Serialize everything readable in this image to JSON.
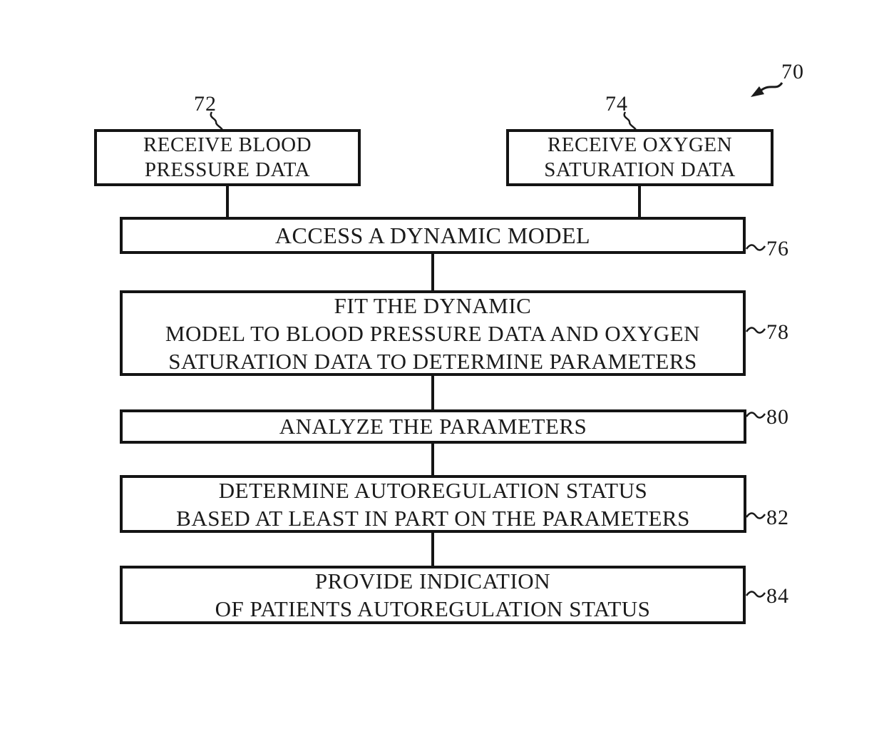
{
  "figure": {
    "overall_ref": "70",
    "colors": {
      "ink": "#1b1b1b",
      "background": "#ffffff"
    },
    "steps": [
      {
        "ref": "72",
        "lines": [
          "RECEIVE BLOOD",
          "PRESSURE DATA"
        ]
      },
      {
        "ref": "74",
        "lines": [
          "RECEIVE OXYGEN",
          "SATURATION DATA"
        ]
      },
      {
        "ref": "76",
        "lines": [
          "ACCESS A DYNAMIC MODEL"
        ]
      },
      {
        "ref": "78",
        "lines": [
          "FIT THE DYNAMIC",
          "MODEL TO BLOOD PRESSURE DATA AND OXYGEN",
          "SATURATION DATA TO DETERMINE PARAMETERS"
        ]
      },
      {
        "ref": "80",
        "lines": [
          "ANALYZE THE PARAMETERS"
        ]
      },
      {
        "ref": "82",
        "lines": [
          "DETERMINE AUTOREGULATION STATUS",
          "BASED AT LEAST IN PART ON THE PARAMETERS"
        ]
      },
      {
        "ref": "84",
        "lines": [
          "PROVIDE INDICATION",
          "OF PATIENTS AUTOREGULATION STATUS"
        ]
      }
    ]
  }
}
